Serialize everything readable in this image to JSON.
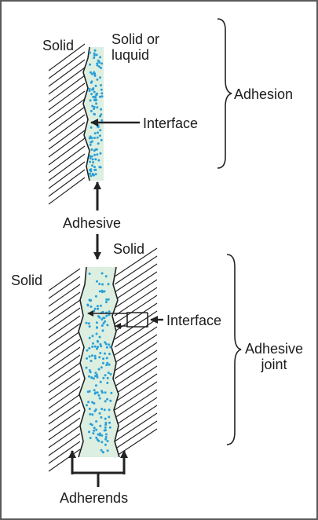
{
  "colors": {
    "frame": "#5a5a5a",
    "text": "#1c1c1c",
    "adhesive_fill": "#dcefe0",
    "dots": "#2a9fd8",
    "lines": "#222222"
  },
  "adhesion_diagram": {
    "solid_label": "Solid",
    "solid_or_liquid_label": "Solid or\nluquid",
    "interface_label": "Interface",
    "brace_label": "Adhesion"
  },
  "center": {
    "adhesive_label": "Adhesive"
  },
  "joint_diagram": {
    "solid_left_label": "Solid",
    "solid_right_label": "Solid",
    "interface_label": "Interface",
    "brace_label": "Adhesive\njoint",
    "adherends_label": "Adherends"
  }
}
